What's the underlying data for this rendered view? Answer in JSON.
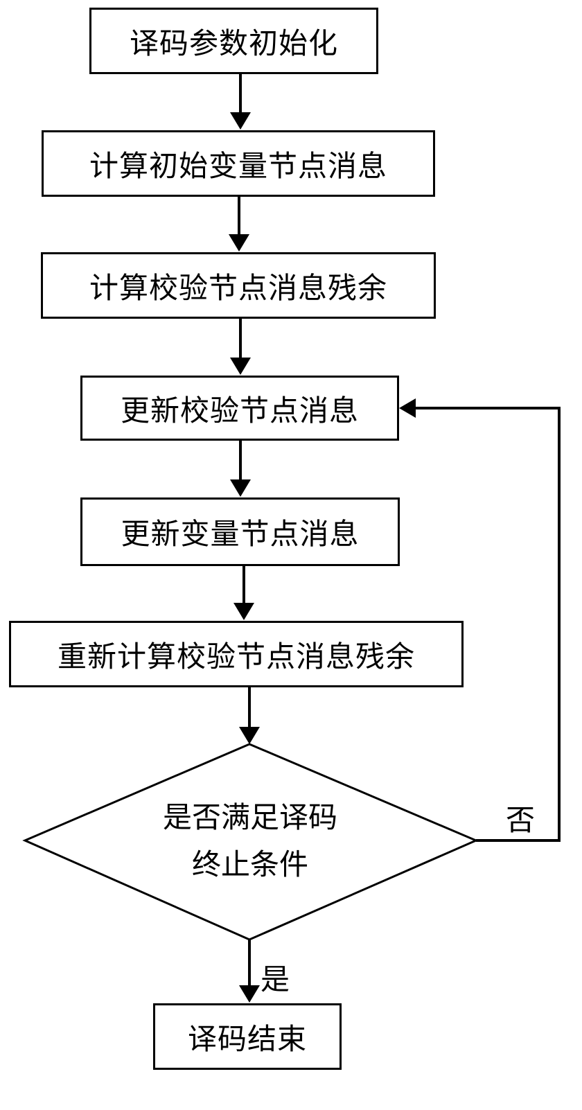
{
  "flowchart": {
    "steps": [
      "译码参数初始化",
      "计算初始变量节点消息",
      "计算校验节点消息残余",
      "更新校验节点消息",
      "更新变量节点消息",
      "重新计算校验节点消息残余"
    ],
    "decision": {
      "line1": "是否满足译码",
      "line2": "终止条件"
    },
    "no_label": "否",
    "yes_label": "是",
    "end_step": "译码结束"
  },
  "colors": {
    "line": "#000000",
    "background": "#ffffff"
  }
}
